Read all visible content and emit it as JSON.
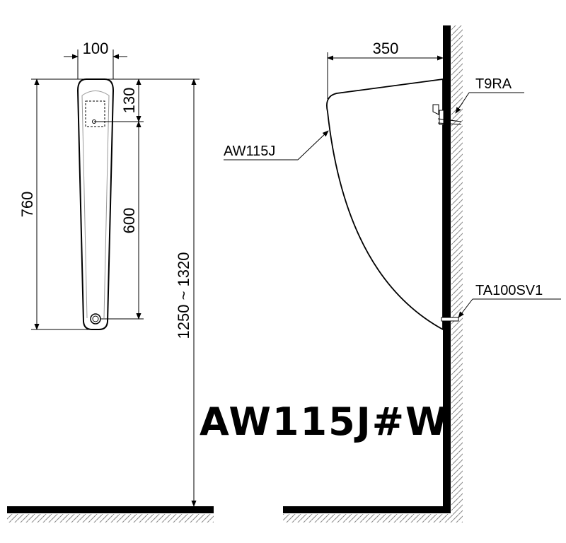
{
  "drawing": {
    "model_code": "AW115J#W",
    "dimensions": {
      "width_top": "100",
      "overall_height": "760",
      "top_to_hanger": "130",
      "hanger_to_outlet": "600",
      "mount_height": "1250 ~ 1320",
      "projection": "350"
    },
    "parts": {
      "body": "AW115J",
      "hanger": "T9RA",
      "outlet": "TA100SV1"
    },
    "colors": {
      "line": "#000000",
      "hatch": "#888888",
      "background": "#ffffff"
    }
  }
}
